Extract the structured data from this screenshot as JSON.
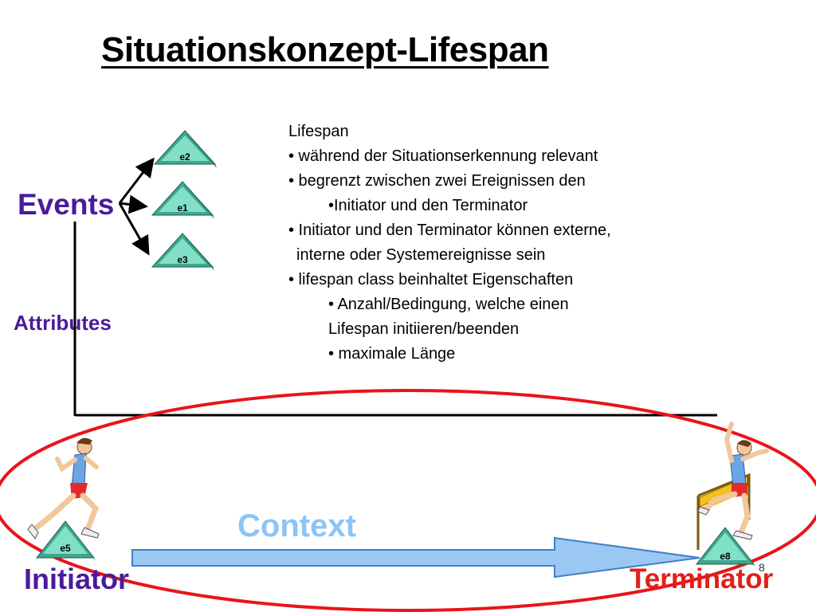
{
  "slide": {
    "title": "Situationskonzept-Lifespan",
    "page_number": "8"
  },
  "labels": {
    "events": "Events",
    "attributes": "Attributes",
    "initiator": "Initiator",
    "terminator": "Terminator",
    "context": "Context"
  },
  "event_icons": {
    "e1": "e1",
    "e2": "e2",
    "e3": "e3",
    "e5": "e5",
    "e8": "e8"
  },
  "bullets": [
    "Lifespan",
    "• während der Situationserkennung relevant",
    "• begrenzt zwischen zwei Ereignissen den",
    "•Initiator und den Terminator",
    "• Initiator und den Terminator können externe,",
    "interne oder Systemereignisse sein",
    "• lifespan class beinhaltet Eigenschaften",
    "• Anzahl/Bedingung, welche einen",
    "Lifespan initiieren/beenden",
    "• maximale Länge"
  ],
  "colors": {
    "label_purple": "#4b1b9a",
    "terminator_red": "#e0201a",
    "context_blue": "#8cc4f8",
    "ellipse_red": "#e8141a",
    "pyramid_green": "#3fa88c",
    "pyramid_face": "#82e0c8",
    "arrow_fill": "#9ac8f2"
  },
  "icons": {
    "initiator_figure": "runner-icon",
    "terminator_figure": "hurdler-icon"
  }
}
